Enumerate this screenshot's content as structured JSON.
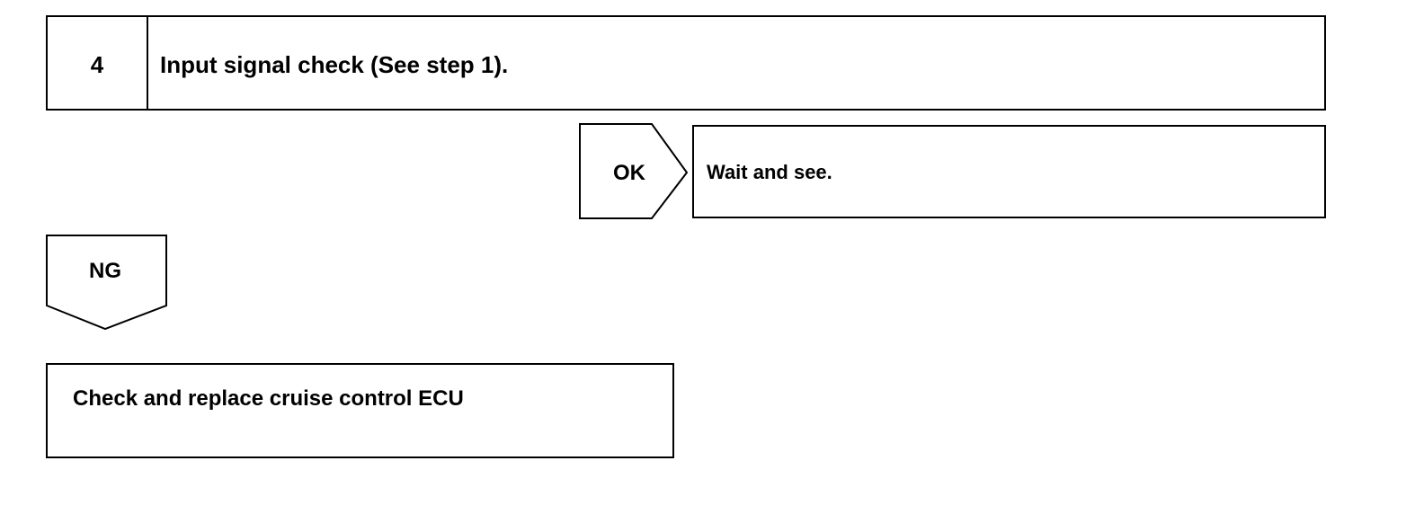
{
  "step": {
    "number": "4",
    "title": "Input signal check (See step 1)."
  },
  "ok_branch": {
    "tag": "OK",
    "result": "Wait and see."
  },
  "ng_branch": {
    "tag": "NG",
    "result": "Check and replace cruise control ECU"
  }
}
